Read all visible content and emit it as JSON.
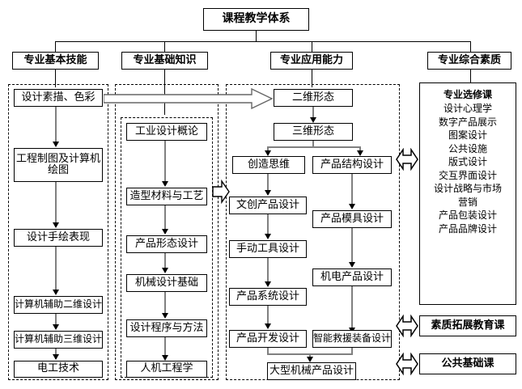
{
  "title": "课程教学体系",
  "headers": [
    {
      "label": "专业基本技能"
    },
    {
      "label": "专业基础知识"
    },
    {
      "label": "专业应用能力"
    },
    {
      "label": "专业综合素质"
    }
  ],
  "column1": {
    "name": "专业基本技能",
    "items": [
      {
        "label": "设计素描、色彩"
      },
      {
        "label": "工程制图及计算机绘图"
      },
      {
        "label": "设计手绘表现"
      },
      {
        "label": "计算机辅助二维设计"
      },
      {
        "label": "计算机辅助三维设计"
      },
      {
        "label": "电工技术"
      }
    ]
  },
  "column2": {
    "name": "专业基础知识",
    "items": [
      {
        "label": "工业设计概论"
      },
      {
        "label": "造型材料与工艺"
      },
      {
        "label": "产品形态设计"
      },
      {
        "label": "机械设计基础"
      },
      {
        "label": "设计程序与方法"
      },
      {
        "label": "人机工程学"
      }
    ]
  },
  "column3": {
    "name": "专业应用能力",
    "items": [
      {
        "label": "二维形态"
      },
      {
        "label": "三维形态"
      },
      {
        "label": "创造思维"
      },
      {
        "label": "产品结构设计"
      },
      {
        "label": "文创产品设计"
      },
      {
        "label": "产品模具设计"
      },
      {
        "label": "手动工具设计"
      },
      {
        "label": "机电产品设计"
      },
      {
        "label": "产品系统设计"
      },
      {
        "label": "产品开发设计"
      },
      {
        "label": "智能救援装备设计"
      },
      {
        "label": "大型机械产品设计"
      }
    ]
  },
  "column4": {
    "name": "专业综合素质",
    "elective_block": {
      "heading": "专业选修课",
      "items": [
        "设计心理学",
        "数字产品展示",
        "图案设计",
        "公共设施",
        "版式设计",
        "交互界面设计",
        "设计战略与市场",
        "营销",
        "产品包装设计",
        "产品品牌设计"
      ]
    },
    "quality_course": "素质拓展教育课",
    "public_course": "公共基础课"
  },
  "connectors": {
    "big_arrow_c1_to_c3": "⇨",
    "arrow_c2_to_c3": "⇨",
    "double_arrow_electives": "⇔",
    "double_arrow_quality": "⇔",
    "double_arrow_public": "⇔"
  },
  "colors": {
    "stroke": "#000000",
    "connector": "#808080",
    "background": "#ffffff"
  }
}
